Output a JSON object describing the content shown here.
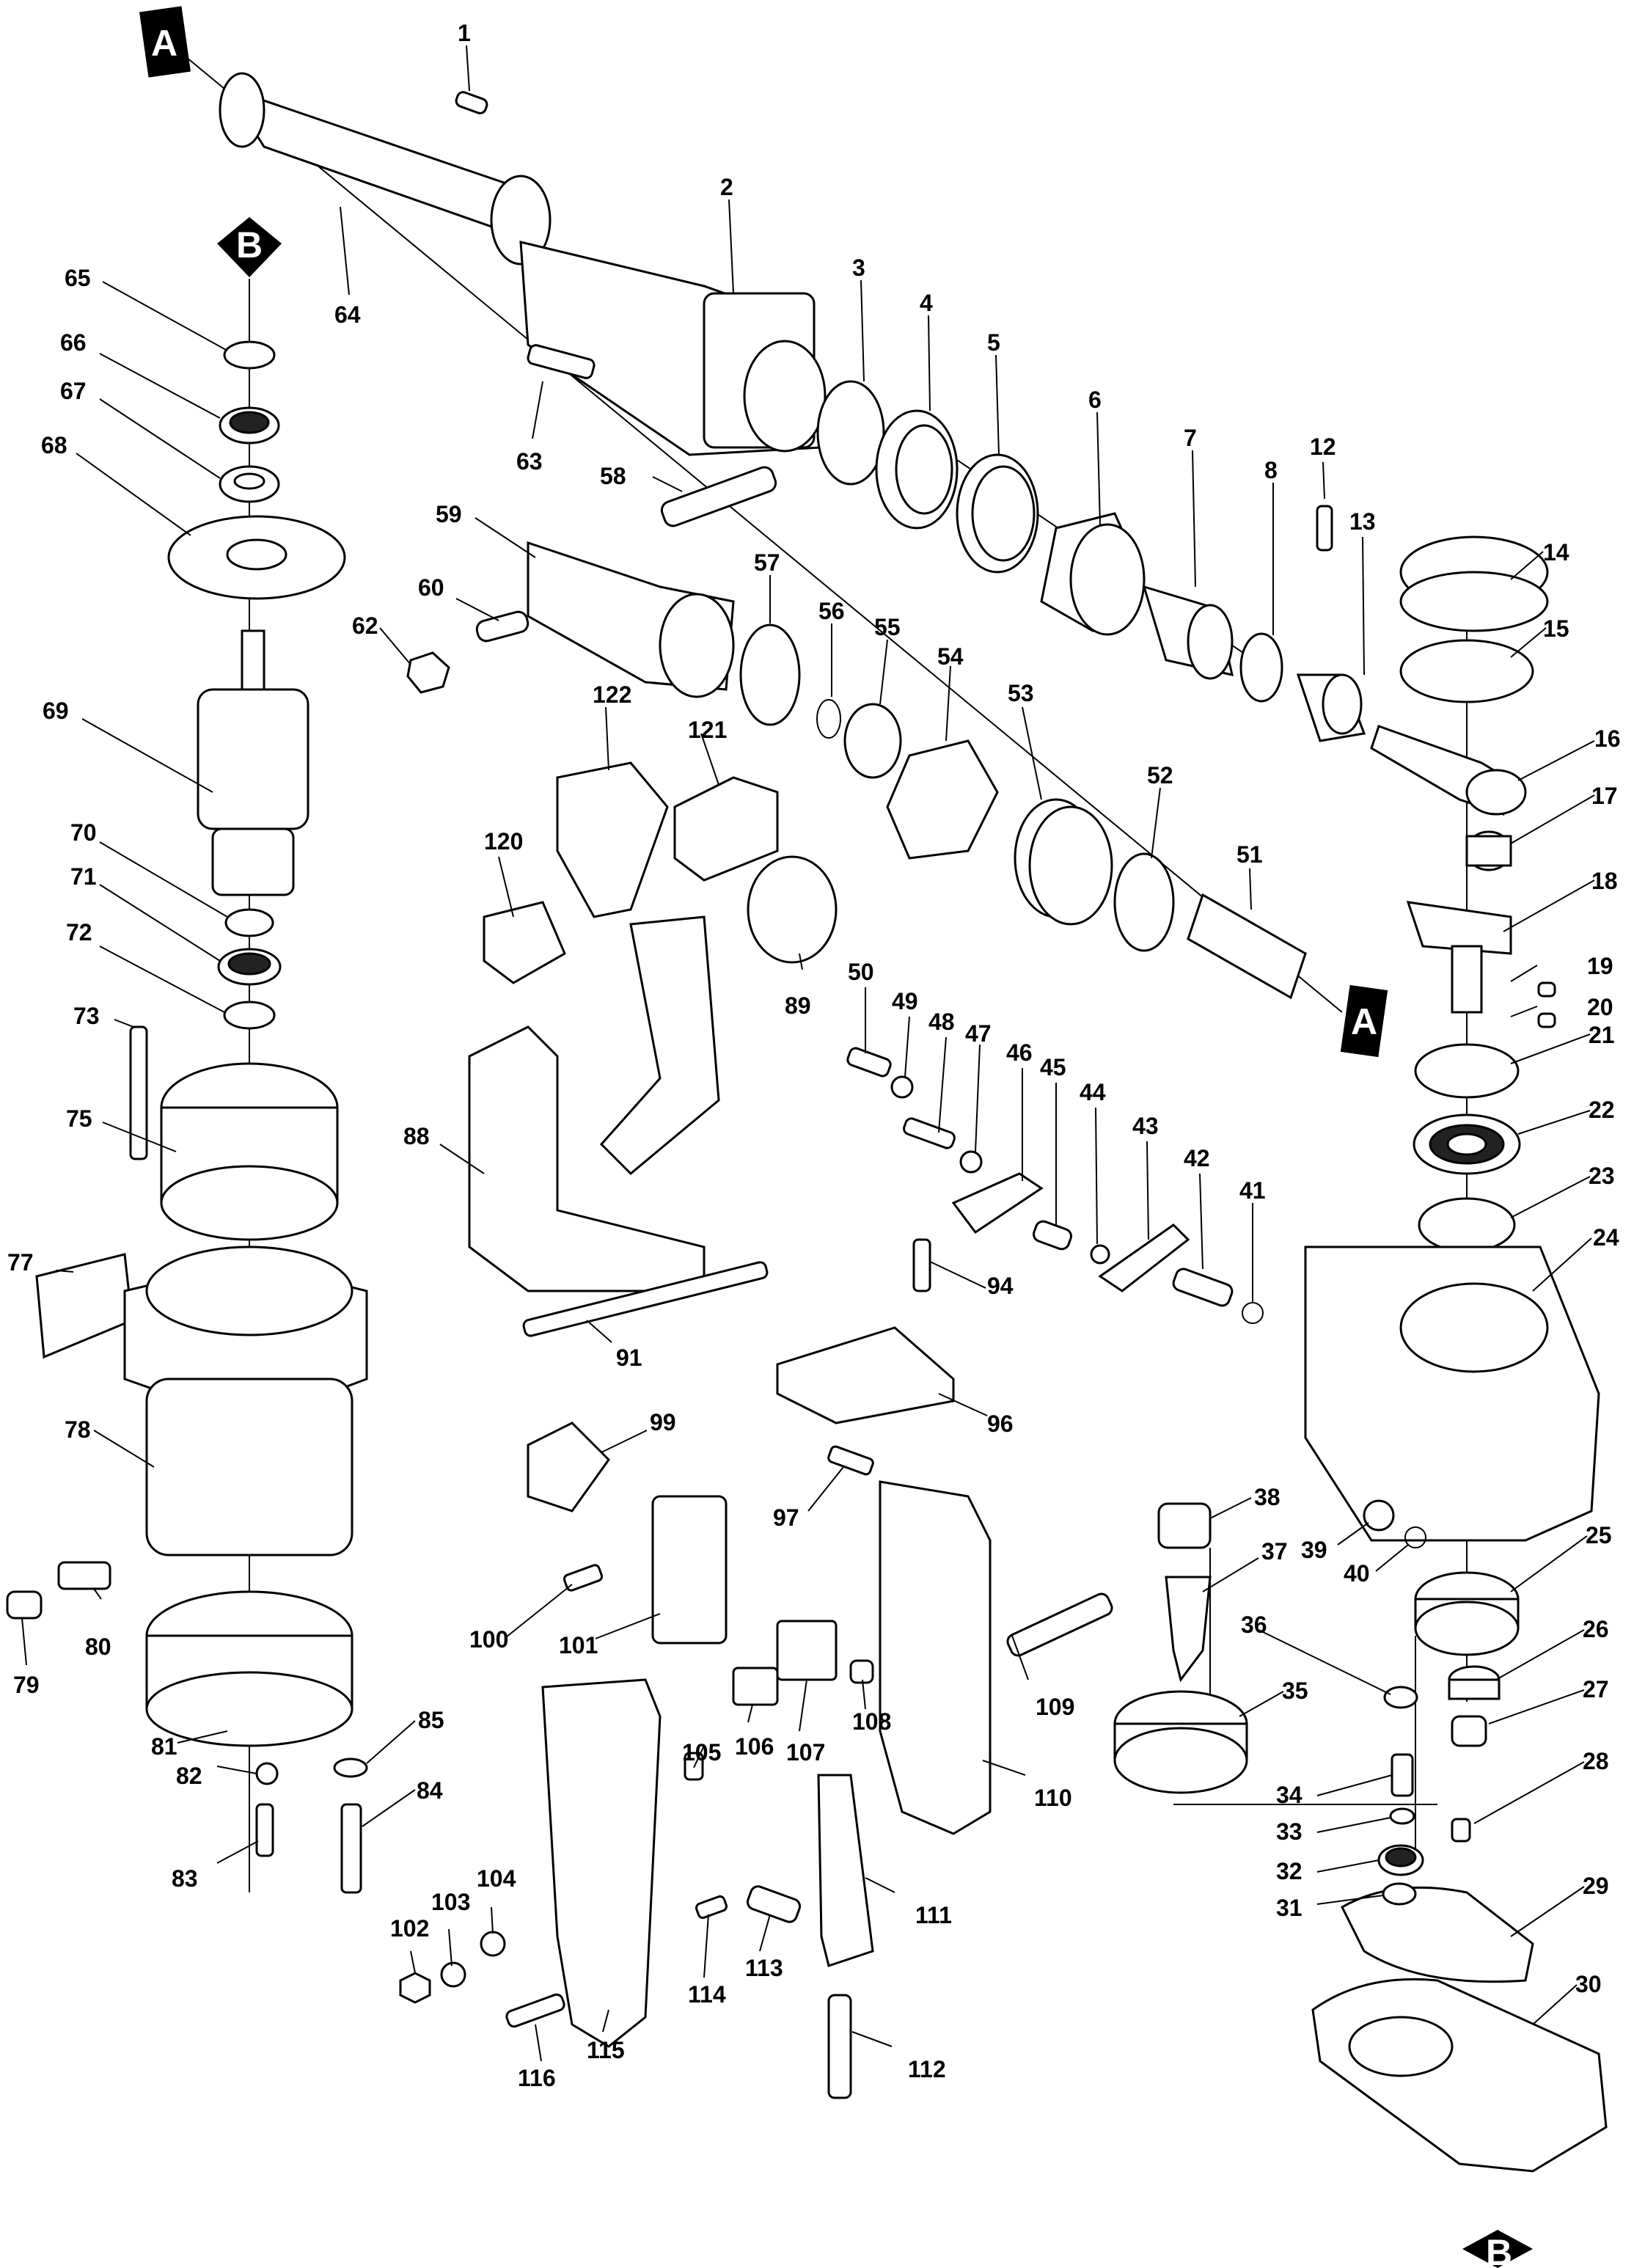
{
  "markers": {
    "a": "A",
    "b": "B"
  },
  "colors": {
    "ink": "#000000",
    "paper": "#ffffff"
  },
  "labels": {
    "p1": "1",
    "p2": "2",
    "p3": "3",
    "p4": "4",
    "p5": "5",
    "p6": "6",
    "p7": "7",
    "p8": "8",
    "p12": "12",
    "p13": "13",
    "p14": "14",
    "p15": "15",
    "p16": "16",
    "p17": "17",
    "p18": "18",
    "p19": "19",
    "p20": "20",
    "p21": "21",
    "p22": "22",
    "p23": "23",
    "p24": "24",
    "p25": "25",
    "p26": "26",
    "p27": "27",
    "p28": "28",
    "p29": "29",
    "p30": "30",
    "p31": "31",
    "p32": "32",
    "p33": "33",
    "p34": "34",
    "p35": "35",
    "p36": "36",
    "p37": "37",
    "p38": "38",
    "p39": "39",
    "p40": "40",
    "p41": "41",
    "p42": "42",
    "p43": "43",
    "p44": "44",
    "p45": "45",
    "p46": "46",
    "p47": "47",
    "p48": "48",
    "p49": "49",
    "p50": "50",
    "p51": "51",
    "p52": "52",
    "p53": "53",
    "p54": "54",
    "p55": "55",
    "p56": "56",
    "p57": "57",
    "p58": "58",
    "p59": "59",
    "p60": "60",
    "p62": "62",
    "p63": "63",
    "p64": "64",
    "p65": "65",
    "p66": "66",
    "p67": "67",
    "p68": "68",
    "p69": "69",
    "p70": "70",
    "p71": "71",
    "p72": "72",
    "p73": "73",
    "p75": "75",
    "p77": "77",
    "p78": "78",
    "p79": "79",
    "p80": "80",
    "p81": "81",
    "p82": "82",
    "p83": "83",
    "p84": "84",
    "p85": "85",
    "p88": "88",
    "p89": "89",
    "p91": "91",
    "p94": "94",
    "p96": "96",
    "p97": "97",
    "p99": "99",
    "p100": "100",
    "p101": "101",
    "p102": "102",
    "p103": "103",
    "p104": "104",
    "p105": "105",
    "p106": "106",
    "p107": "107",
    "p108": "108",
    "p109": "109",
    "p110": "110",
    "p111": "111",
    "p112": "112",
    "p113": "113",
    "p114": "114",
    "p115": "115",
    "p116": "116",
    "p120": "120",
    "p121": "121",
    "p122": "122"
  }
}
